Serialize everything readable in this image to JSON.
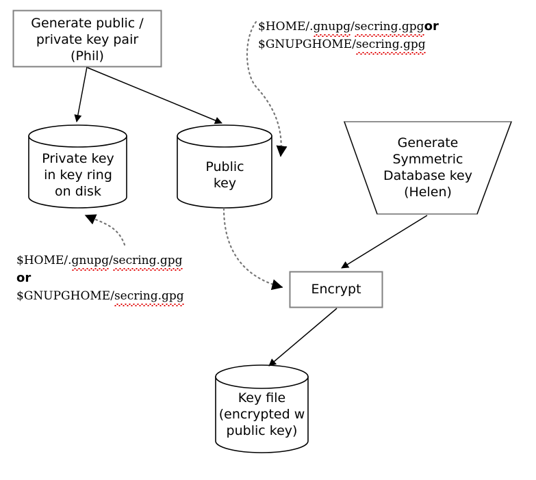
{
  "diagram": {
    "title": "GPG key generation and database key encryption flow",
    "colors": {
      "box_border": "#808080",
      "cylinder_stroke": "#000000",
      "arrow_solid": "#000000",
      "arrow_dotted": "#777777",
      "spellcheck_underline": "#e00000",
      "background": "#ffffff",
      "text": "#000000"
    },
    "nodes": {
      "generate_keypair": {
        "shape": "rectangle",
        "lines": [
          "Generate public /",
          "private key pair",
          "(Phil)"
        ]
      },
      "private_key_store": {
        "shape": "cylinder",
        "lines": [
          "Private key",
          "in key ring",
          "on disk"
        ]
      },
      "public_key_store": {
        "shape": "cylinder",
        "lines": [
          "Public",
          "key"
        ]
      },
      "generate_symmetric_key": {
        "shape": "trapezoid",
        "lines": [
          "Generate",
          "Symmetric",
          "Database key",
          "(Helen)"
        ]
      },
      "encrypt": {
        "shape": "rectangle",
        "lines": [
          "Encrypt"
        ]
      },
      "key_file": {
        "shape": "cylinder",
        "lines": [
          "Key file",
          "(encrypted w",
          "public key)"
        ]
      }
    },
    "annotations": {
      "top_right": {
        "line1_a": "$HOME/.",
        "line1_b": "gnupg",
        "line1_c": "/",
        "line1_d": "secring.gpg",
        "line1_or": "or",
        "line2_a": "$GNUPGHOME/",
        "line2_b": "secring.gpg"
      },
      "bottom_left": {
        "line1_a": "$HOME/.",
        "line1_b": "gnupg",
        "line1_c": "/",
        "line1_d": "secring.gpg",
        "line2_or": "or",
        "line3_a": "$GNUPGHOME/",
        "line3_b": "secring.gpg"
      }
    },
    "edges": [
      {
        "name": "keypair-to-private-key",
        "style": "solid",
        "from": "generate_keypair",
        "to": "private_key_store"
      },
      {
        "name": "keypair-to-public-key",
        "style": "solid",
        "from": "generate_keypair",
        "to": "public_key_store"
      },
      {
        "name": "top-annotation-to-public-key",
        "style": "dotted",
        "from": "annotation_top_right",
        "to": "public_key_store"
      },
      {
        "name": "bottom-annotation-to-private-key",
        "style": "dotted",
        "from": "annotation_bottom_left",
        "to": "private_key_store"
      },
      {
        "name": "public-key-to-encrypt",
        "style": "dotted",
        "from": "public_key_store",
        "to": "encrypt"
      },
      {
        "name": "symmetric-key-to-encrypt",
        "style": "solid",
        "from": "generate_symmetric_key",
        "to": "encrypt"
      },
      {
        "name": "encrypt-to-key-file",
        "style": "solid",
        "from": "encrypt",
        "to": "key_file"
      }
    ]
  }
}
